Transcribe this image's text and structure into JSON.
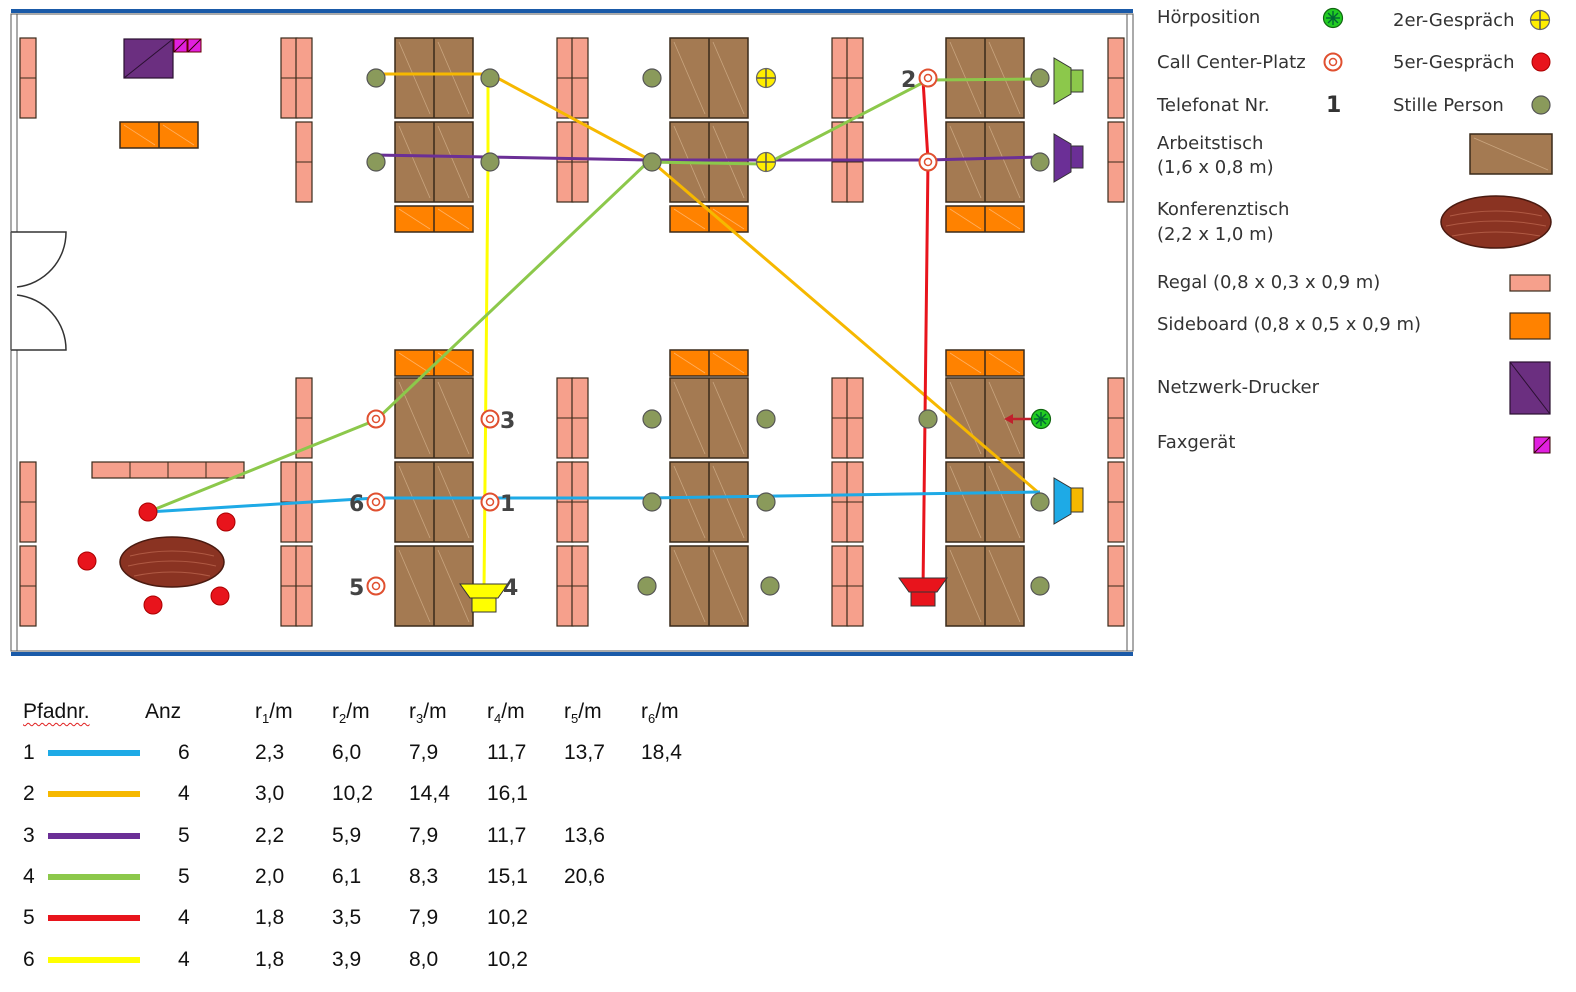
{
  "legend": {
    "hoerposition": "Hörposition",
    "gespraech2": "2er-Gespräch",
    "callcenter": "Call Center-Platz",
    "gespraech5": "5er-Gespräch",
    "telefonat": "Telefonat Nr.",
    "telefonat_num": "1",
    "stille": "Stille Person",
    "arbeitstisch_1": "Arbeitstisch",
    "arbeitstisch_2": "(1,6 x 0,8 m)",
    "konferenz_1": "Konferenztisch",
    "konferenz_2": "(2,2 x 1,0 m)",
    "regal": "Regal (0,8 x 0,3 x 0,9 m)",
    "sideboard": "Sideboard (0,8 x 0,5 x 0,9 m)",
    "drucker": "Netzwerk-Drucker",
    "fax": "Faxgerät"
  },
  "plan_labels": {
    "n1": "1",
    "n2": "2",
    "n3": "3",
    "n4": "4",
    "n5": "5",
    "n6": "6"
  },
  "colors": {
    "path1": "#1eaae6",
    "path2": "#f6b800",
    "path3": "#6b2f96",
    "path4": "#8cc84b",
    "path5": "#e8141c",
    "path6": "#ffff00",
    "desk": "#a47a52",
    "shelf": "#f6a08c",
    "sideboard": "#ff8200",
    "printer": "#6b2f80",
    "fax": "#e020e0",
    "wall_blue": "#1a5aa8"
  },
  "table": {
    "headers": {
      "pfad": "Pfadnr.",
      "anz": "Anz",
      "r1_base": "r",
      "r1_sub": "1",
      "r1_unit": "/m",
      "r2_base": "r",
      "r2_sub": "2",
      "r2_unit": "/m",
      "r3_base": "r",
      "r3_sub": "3",
      "r3_unit": "/m",
      "r4_base": "r",
      "r4_sub": "4",
      "r4_unit": "/m",
      "r5_base": "r",
      "r5_sub": "5",
      "r5_unit": "/m",
      "r6_base": "r",
      "r6_sub": "6",
      "r6_unit": "/m"
    },
    "rows": [
      {
        "nr": "1",
        "color": "#1eaae6",
        "anz": "6",
        "r": [
          "2,3",
          "6,0",
          "7,9",
          "11,7",
          "13,7",
          "18,4"
        ]
      },
      {
        "nr": "2",
        "color": "#f6b800",
        "anz": "4",
        "r": [
          "3,0",
          "10,2",
          "14,4",
          "16,1",
          "",
          ""
        ]
      },
      {
        "nr": "3",
        "color": "#6b2f96",
        "anz": "5",
        "r": [
          "2,2",
          "5,9",
          "7,9",
          "11,7",
          "13,6",
          ""
        ]
      },
      {
        "nr": "4",
        "color": "#8cc84b",
        "anz": "5",
        "r": [
          "2,0",
          "6,1",
          "8,3",
          "15,1",
          "20,6",
          ""
        ]
      },
      {
        "nr": "5",
        "color": "#e8141c",
        "anz": "4",
        "r": [
          "1,8",
          "3,5",
          "7,9",
          "10,2",
          "",
          ""
        ]
      },
      {
        "nr": "6",
        "color": "#ffff00",
        "anz": "4",
        "r": [
          "1,8",
          "3,9",
          "8,0",
          "10,2",
          "",
          ""
        ]
      }
    ]
  }
}
